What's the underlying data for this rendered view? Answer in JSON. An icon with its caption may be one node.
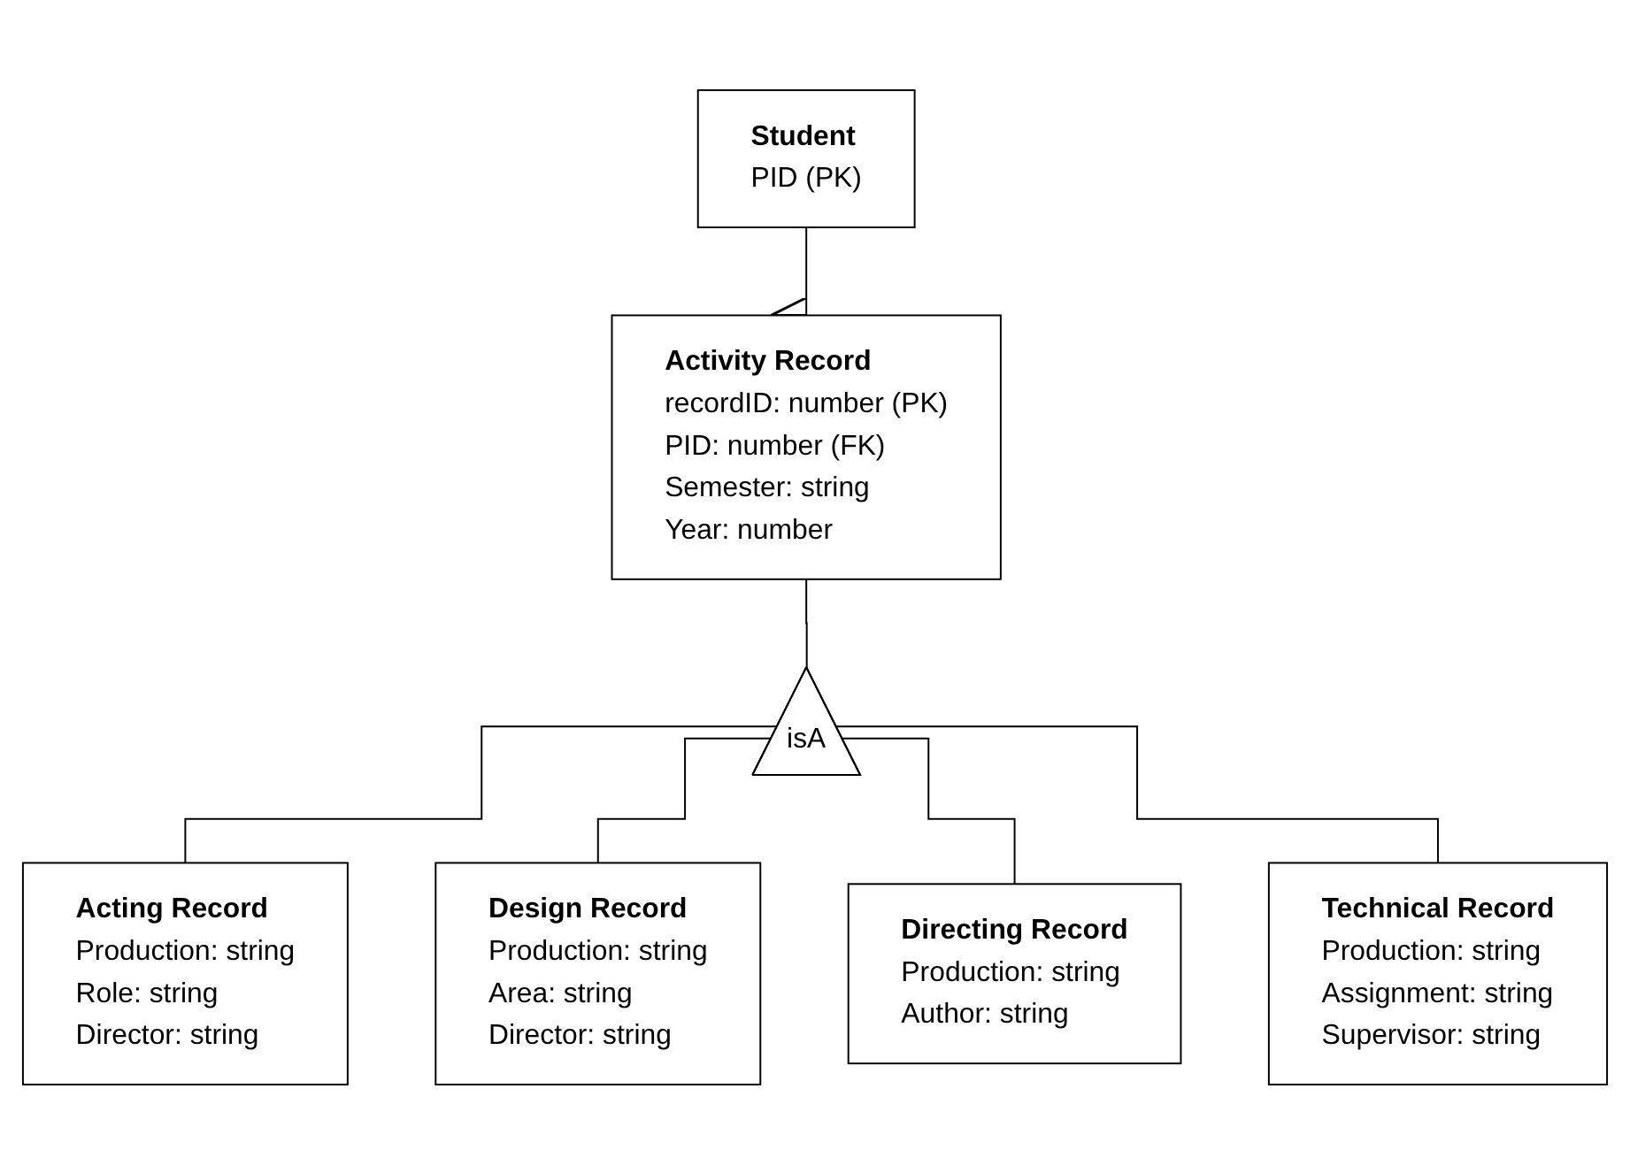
{
  "diagram": {
    "nodes": [
      {
        "text": [
          "Student",
          "PID (PK)"
        ]
      },
      {
        "text": [
          "Activity Record",
          "recordID: number (PK)",
          "PID: number (FK)",
          "Semester: string",
          "Year: number"
        ]
      },
      {
        "text": [
          "isA"
        ]
      },
      {
        "text": [
          "Acting Record",
          "Production: string",
          "Role: string",
          "Director: string"
        ]
      },
      {
        "text": [
          "Design Record",
          "Production: string",
          "Area: string",
          "Director: string"
        ]
      },
      {
        "text": [
          "Directing Record",
          "Production: string",
          "Author: string"
        ]
      },
      {
        "text": [
          "Technical Record",
          "Production: string",
          "Assignment: string",
          "Supervisor: string"
        ]
      }
    ],
    "edges": [
      {
        "from": 0,
        "to": 1,
        "arrow": "other"
      },
      {
        "from": 1,
        "to": 2,
        "arrow": "none"
      },
      {
        "from": 2,
        "to": 3,
        "arrow": "none"
      },
      {
        "from": 2,
        "to": 4,
        "arrow": "none"
      },
      {
        "from": 2,
        "to": 5,
        "arrow": "none"
      },
      {
        "from": 2,
        "to": 6,
        "arrow": "none"
      }
    ]
  }
}
